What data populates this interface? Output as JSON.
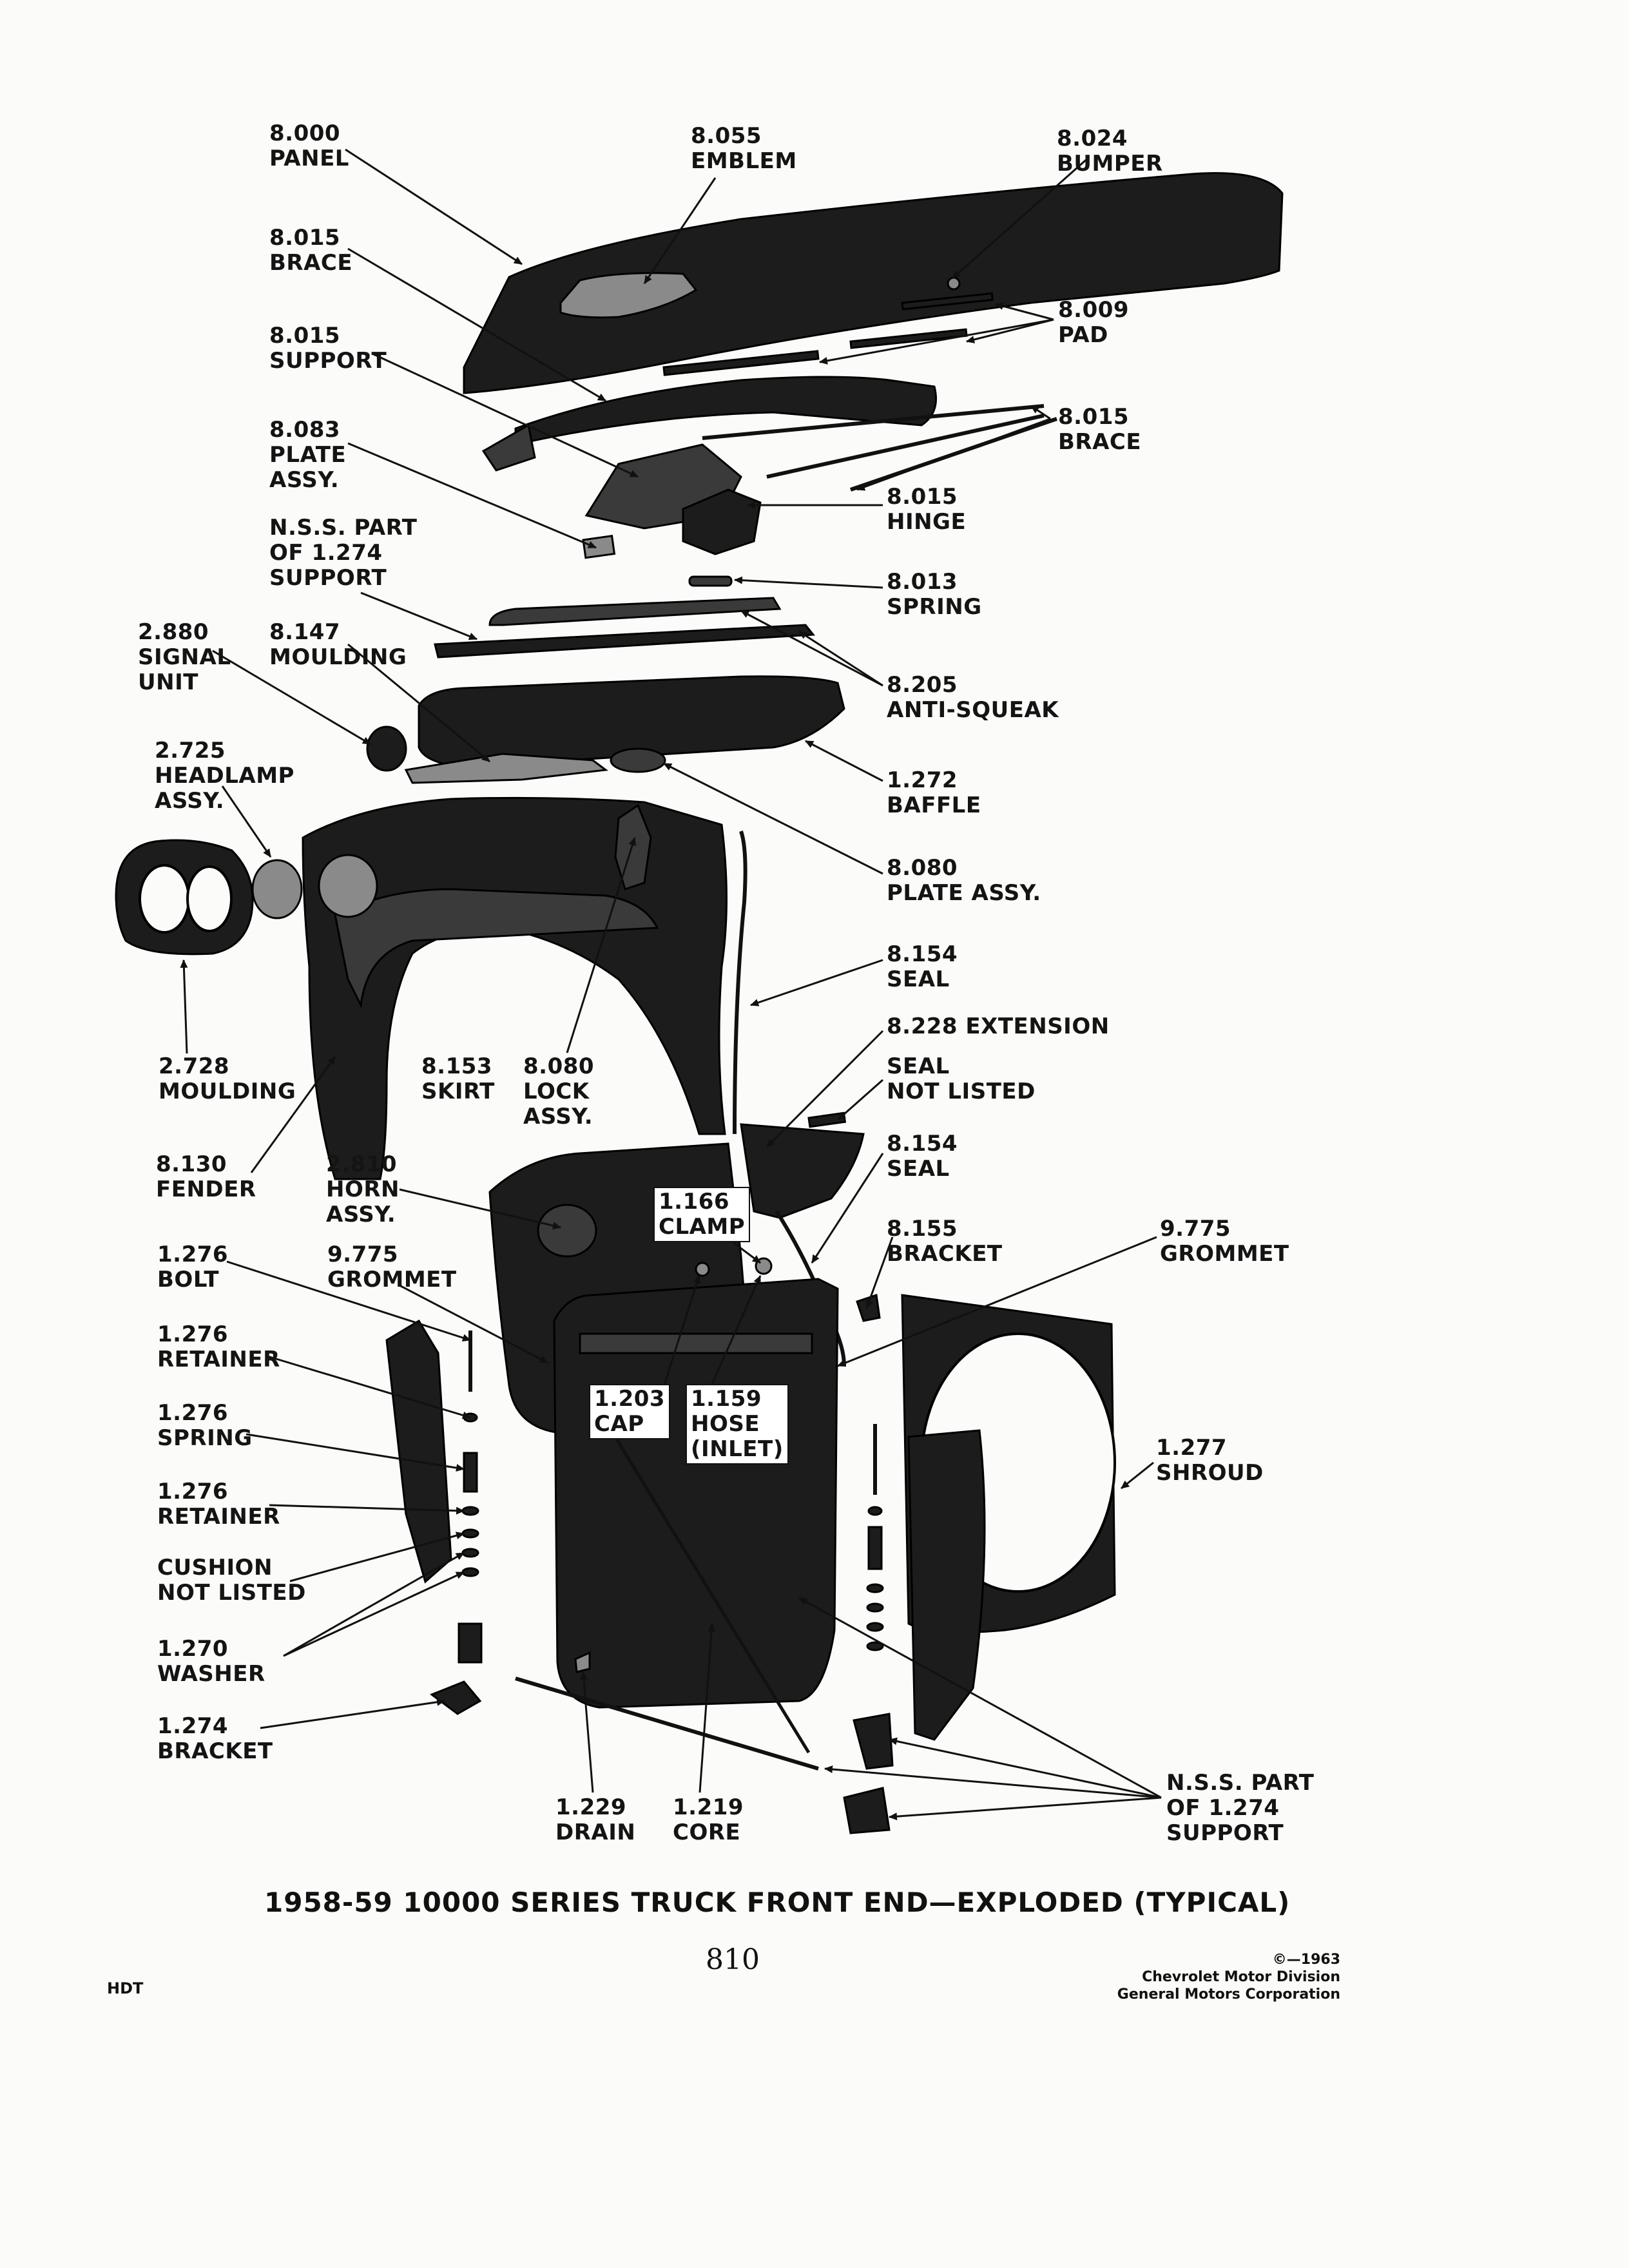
{
  "labels": {
    "panel": [
      "8.000",
      "PANEL"
    ],
    "emblem": [
      "8.055",
      "EMBLEM"
    ],
    "bumper": [
      "8.024",
      "BUMPER"
    ],
    "brace_upper": [
      "8.015",
      "BRACE"
    ],
    "pad": [
      "8.009",
      "PAD"
    ],
    "support": [
      "8.015",
      "SUPPORT"
    ],
    "brace_right": [
      "8.015",
      "BRACE"
    ],
    "plate_assy_top": [
      "8.083",
      "PLATE",
      "ASSY."
    ],
    "hinge": [
      "8.015",
      "HINGE"
    ],
    "nss_support_top": [
      "N.S.S. PART",
      "OF 1.274",
      "SUPPORT"
    ],
    "spring_top": [
      "8.013",
      "SPRING"
    ],
    "signal_unit": [
      "2.880",
      "SIGNAL",
      "UNIT"
    ],
    "moulding_top": [
      "8.147",
      "MOULDING"
    ],
    "anti_squeak": [
      "8.205",
      "ANTI-SQUEAK"
    ],
    "headlamp": [
      "2.725",
      "HEADLAMP",
      "ASSY."
    ],
    "baffle": [
      "1.272",
      "BAFFLE"
    ],
    "plate_assy_mid": [
      "8.080",
      "PLATE ASSY."
    ],
    "seal_upper": [
      "8.154",
      "SEAL"
    ],
    "moulding_left": [
      "2.728",
      "MOULDING"
    ],
    "skirt": [
      "8.153",
      "SKIRT"
    ],
    "lock_assy": [
      "8.080",
      "LOCK",
      "ASSY."
    ],
    "extension": [
      "8.228 EXTENSION"
    ],
    "seal_not_listed": [
      "SEAL",
      "NOT LISTED"
    ],
    "seal_lower": [
      "8.154",
      "SEAL"
    ],
    "fender": [
      "8.130",
      "FENDER"
    ],
    "horn": [
      "2.810",
      "HORN",
      "ASSY."
    ],
    "clamp": [
      "1.166",
      "CLAMP"
    ],
    "bracket_right": [
      "8.155",
      "BRACKET"
    ],
    "grommet_right": [
      "9.775",
      "GROMMET"
    ],
    "bolt": [
      "1.276",
      "BOLT"
    ],
    "grommet_left": [
      "9.775",
      "GROMMET"
    ],
    "retainer_1": [
      "1.276",
      "RETAINER"
    ],
    "cap": [
      "1.203",
      "CAP"
    ],
    "hose": [
      "1.159",
      "HOSE",
      "(INLET)"
    ],
    "spring_lower": [
      "1.276",
      "SPRING"
    ],
    "shroud": [
      "1.277",
      "SHROUD"
    ],
    "retainer_2": [
      "1.276",
      "RETAINER"
    ],
    "cushion": [
      "CUSHION",
      "NOT LISTED"
    ],
    "washer": [
      "1.270",
      "WASHER"
    ],
    "bracket_lower": [
      "1.274",
      "BRACKET"
    ],
    "nss_support_bottom": [
      "N.S.S. PART",
      "OF 1.274",
      "SUPPORT"
    ],
    "drain": [
      "1.229",
      "DRAIN"
    ],
    "core": [
      "1.219",
      "CORE"
    ]
  },
  "caption": "1958-59 10000 SERIES TRUCK FRONT END—EXPLODED (TYPICAL)",
  "page_number": "810",
  "footer_left": "HDT",
  "copyright": [
    "©—1963",
    "Chevrolet Motor Division",
    "General Motors Corporation"
  ]
}
